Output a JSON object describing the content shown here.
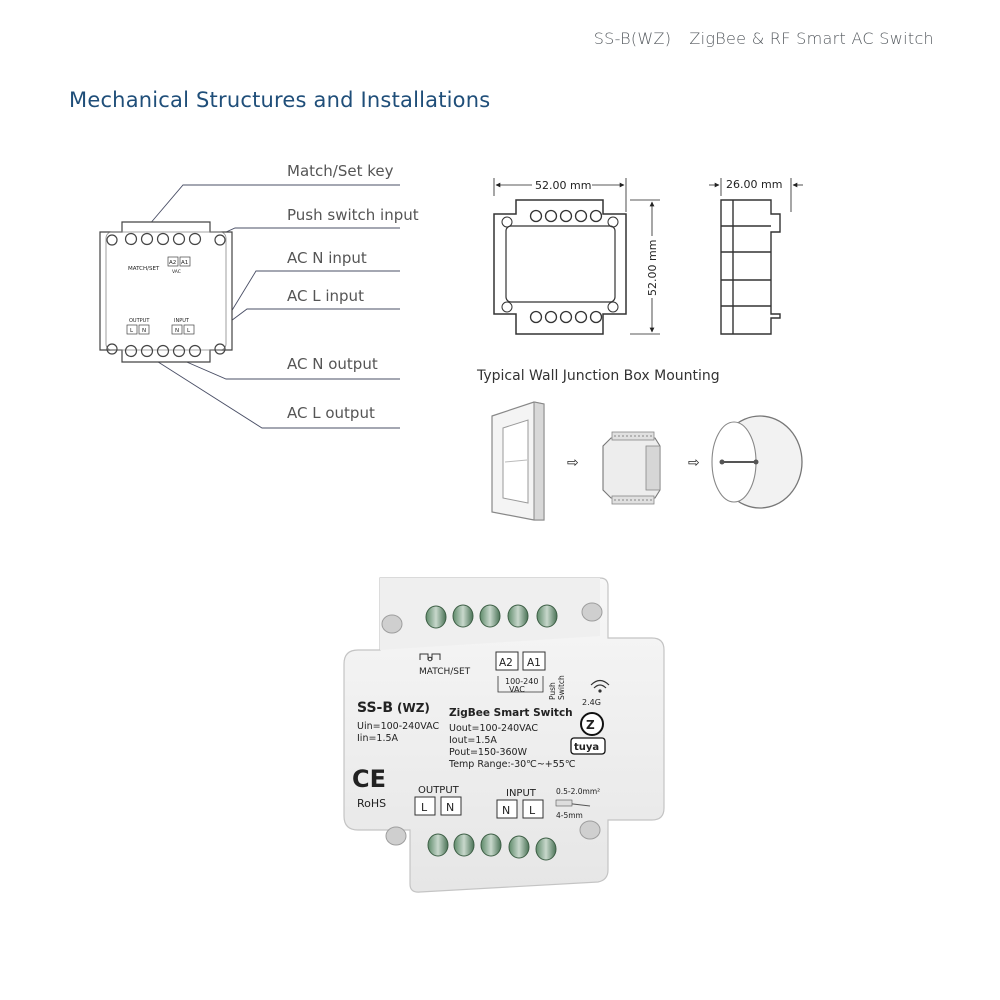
{
  "header": {
    "model": "SS-B(WZ)",
    "product": "ZigBee & RF Smart AC Switch"
  },
  "section_title": "Mechanical Structures and Installations",
  "callouts": [
    "Match/Set key",
    "Push switch input",
    "AC N input",
    "AC L input",
    "AC N output",
    "AC L output"
  ],
  "line_drawing": {
    "match_label": "MATCH/SET",
    "a2": "A2",
    "a1": "A1",
    "vac": "VAC",
    "output_label": "OUTPUT",
    "input_label": "INPUT",
    "l": "L",
    "n": "N"
  },
  "dimensions": {
    "width": "52.00 mm",
    "height": "52.00 mm",
    "depth": "26.00 mm"
  },
  "mount_title": "Typical Wall Junction Box Mounting",
  "arrow": "⇨",
  "product_label": {
    "match_set": "MATCH/SET",
    "a2": "A2",
    "a1": "A1",
    "vac_range": "100-240",
    "vac": "VAC",
    "push": "Push",
    "switch": "Switch",
    "model": "SS-B",
    "model_suffix": "(WZ)",
    "uin": "Uin=100-240VAC",
    "iin": "Iin=1.5A",
    "name": "ZigBee Smart Switch",
    "uout": "Uout=100-240VAC",
    "iout": "Iout=1.5A",
    "pout": "Pout=150-360W",
    "temp": "Temp Range:-30℃~+55℃",
    "freq": "2.4G",
    "zigbee_letter": "Z",
    "tuya": "tuya",
    "ce": "CE",
    "rohs": "RoHS",
    "output": "OUTPUT",
    "input": "INPUT",
    "l": "L",
    "n": "N",
    "wire_size": "0.5-2.0mm²",
    "strip_length": "4-5mm"
  }
}
